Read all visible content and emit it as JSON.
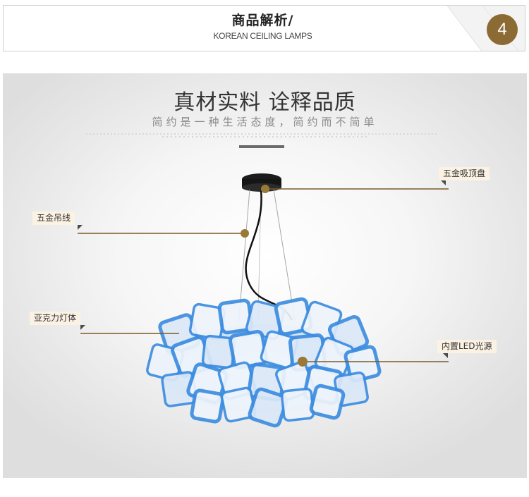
{
  "header": {
    "title": "商品解析/",
    "subtitle": "KOREAN CEILING LAMPS",
    "badge_number": "4"
  },
  "section": {
    "headline": "真材实料 诠释品质",
    "subline": "简约是一种生活态度，简约而不简单"
  },
  "callouts": {
    "canopy": "五金吸顶盘",
    "wire": "五金吊线",
    "shade": "亚克力灯体",
    "light_source": "内置LED光源"
  },
  "colors": {
    "accent": "#8c6a33",
    "callout_bg": "#fbf2e3",
    "leader_line": "#7a5a2a",
    "petal_blue": "#3d8de0"
  }
}
